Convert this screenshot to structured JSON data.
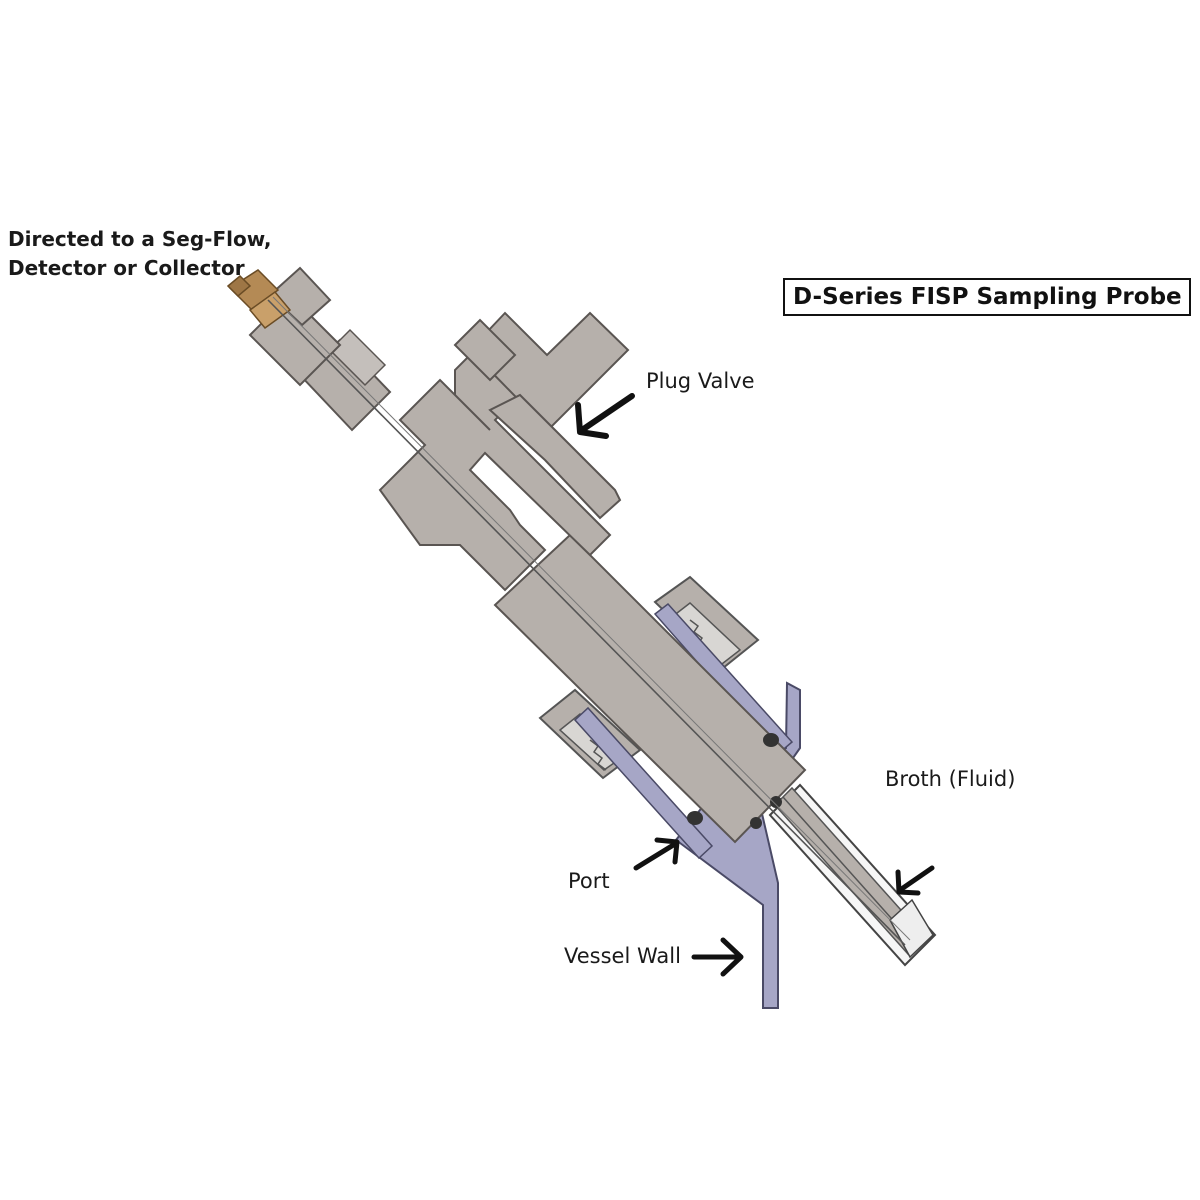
{
  "title": "D-Series FISP Sampling Probe",
  "labels": {
    "outlet_line1": "Directed to a Seg-Flow,",
    "outlet_line2": "Detector or Collector",
    "plug_valve": "Plug Valve",
    "broth": "Broth (Fluid)",
    "port": "Port",
    "vessel_wall": "Vessel Wall"
  },
  "colors": {
    "steel": "#b6b0ab",
    "steel_edge": "#5a5552",
    "port_blue": "#a6a6c6",
    "brass": "#b48a55",
    "arrow": "#111111"
  }
}
